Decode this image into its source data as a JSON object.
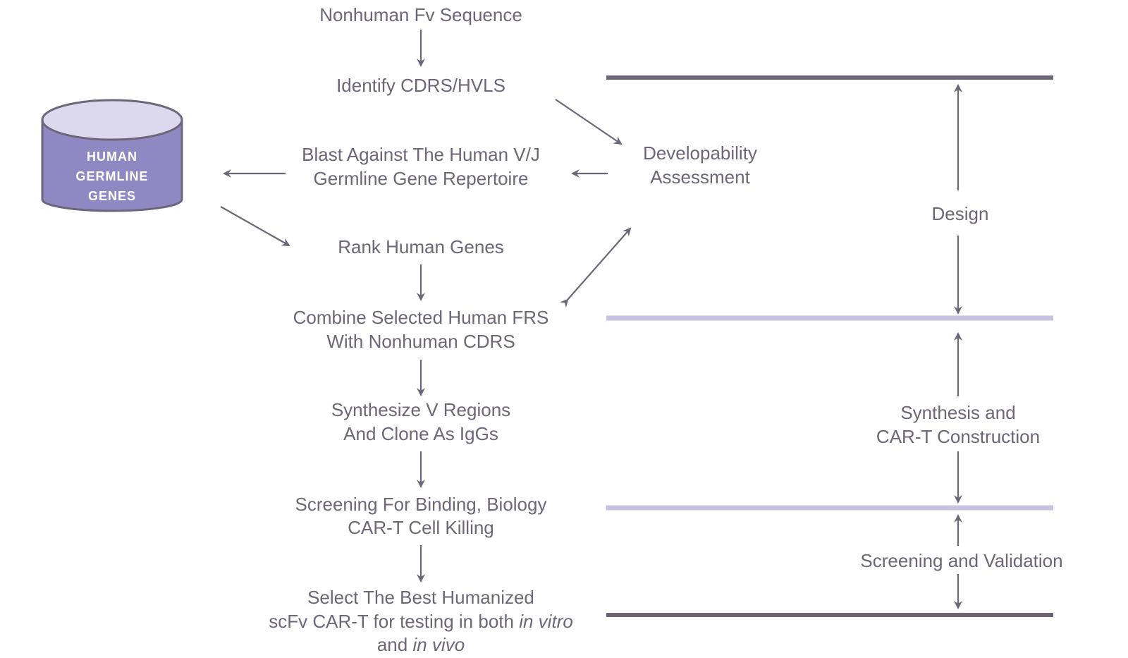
{
  "colors": {
    "text": "#6d6679",
    "arrow": "#6d6679",
    "db_fill": "#9088c3",
    "db_top": "#dcd9ee",
    "db_stroke": "#6d6679",
    "rule_dark": "#6d6679",
    "rule_light": "#c6c2e0"
  },
  "database": {
    "lines": [
      "HUMAN",
      "GERMLINE",
      "GENES"
    ]
  },
  "steps": {
    "s1": {
      "line1": "Nonhuman Fv Sequence"
    },
    "s2": {
      "line1": "Identify CDRS/HVLS"
    },
    "s3": {
      "line1": "Blast Against The Human V/J",
      "line2": "Germline Gene Repertoire"
    },
    "s4": {
      "line1": "Rank Human Genes"
    },
    "s5": {
      "line1": "Combine Selected Human FRS",
      "line2": "With Nonhuman CDRS"
    },
    "s6": {
      "line1": "Synthesize V Regions",
      "line2": "And Clone As IgGs"
    },
    "s7": {
      "line1": "Screening For Binding, Biology",
      "line2": "CAR-T Cell Killing"
    },
    "s8": {
      "line1": "Select The Best Humanized",
      "line2_a": "scFv CAR-T for testing in both ",
      "line2_b": "in vitro",
      "line3_a": "and ",
      "line3_b": "in vivo"
    }
  },
  "assessment": {
    "line1": "Developability",
    "line2": "Assessment"
  },
  "phases": {
    "design": {
      "line1": "Design"
    },
    "synthesis": {
      "line1": "Synthesis and",
      "line2": "CAR-T Construction"
    },
    "screening": {
      "line1": "Screening and Validation"
    }
  }
}
